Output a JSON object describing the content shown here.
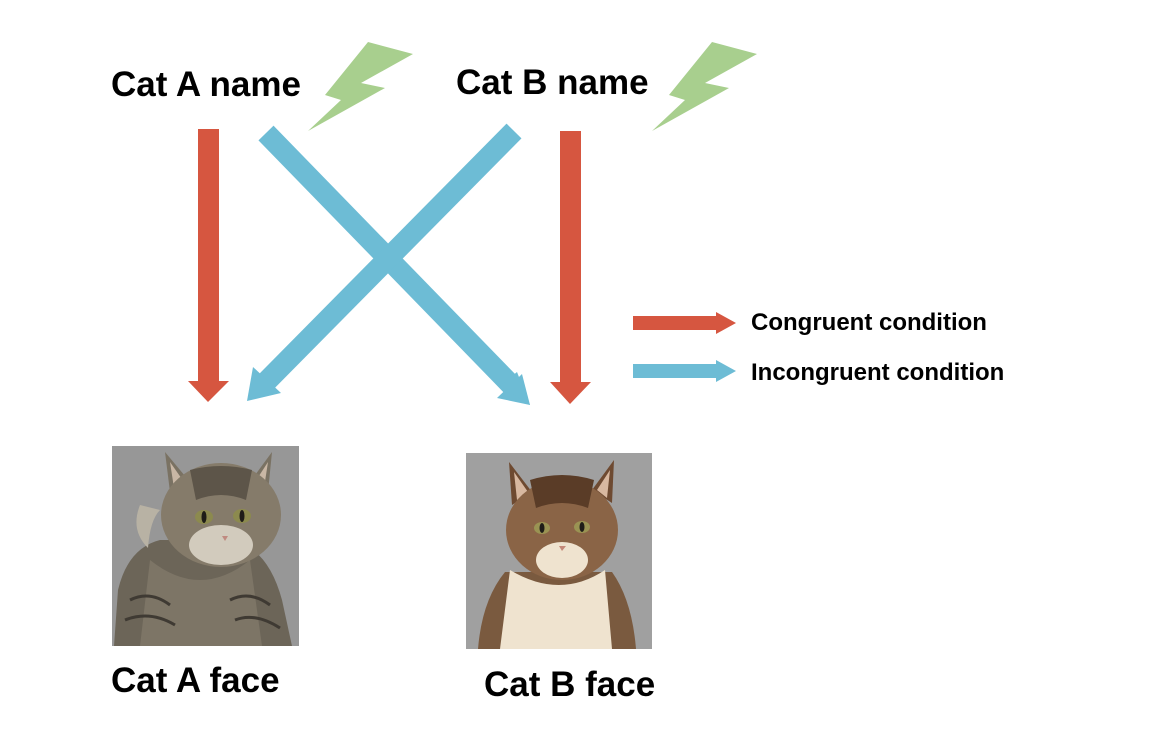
{
  "labels": {
    "cat_a_name": "Cat A name",
    "cat_b_name": "Cat B name",
    "cat_a_face": "Cat A face",
    "cat_b_face": "Cat B face"
  },
  "legend": {
    "congruent": "Congruent condition",
    "incongruent": "Incongruent condition"
  },
  "colors": {
    "congruent": "#d65640",
    "incongruent": "#6dbcd5",
    "lightning": "#a8cf8e",
    "photo_background": "#9a9a9a"
  },
  "icons": [
    "lightning-bolt-icon",
    "cat-photo-a",
    "cat-photo-b"
  ]
}
